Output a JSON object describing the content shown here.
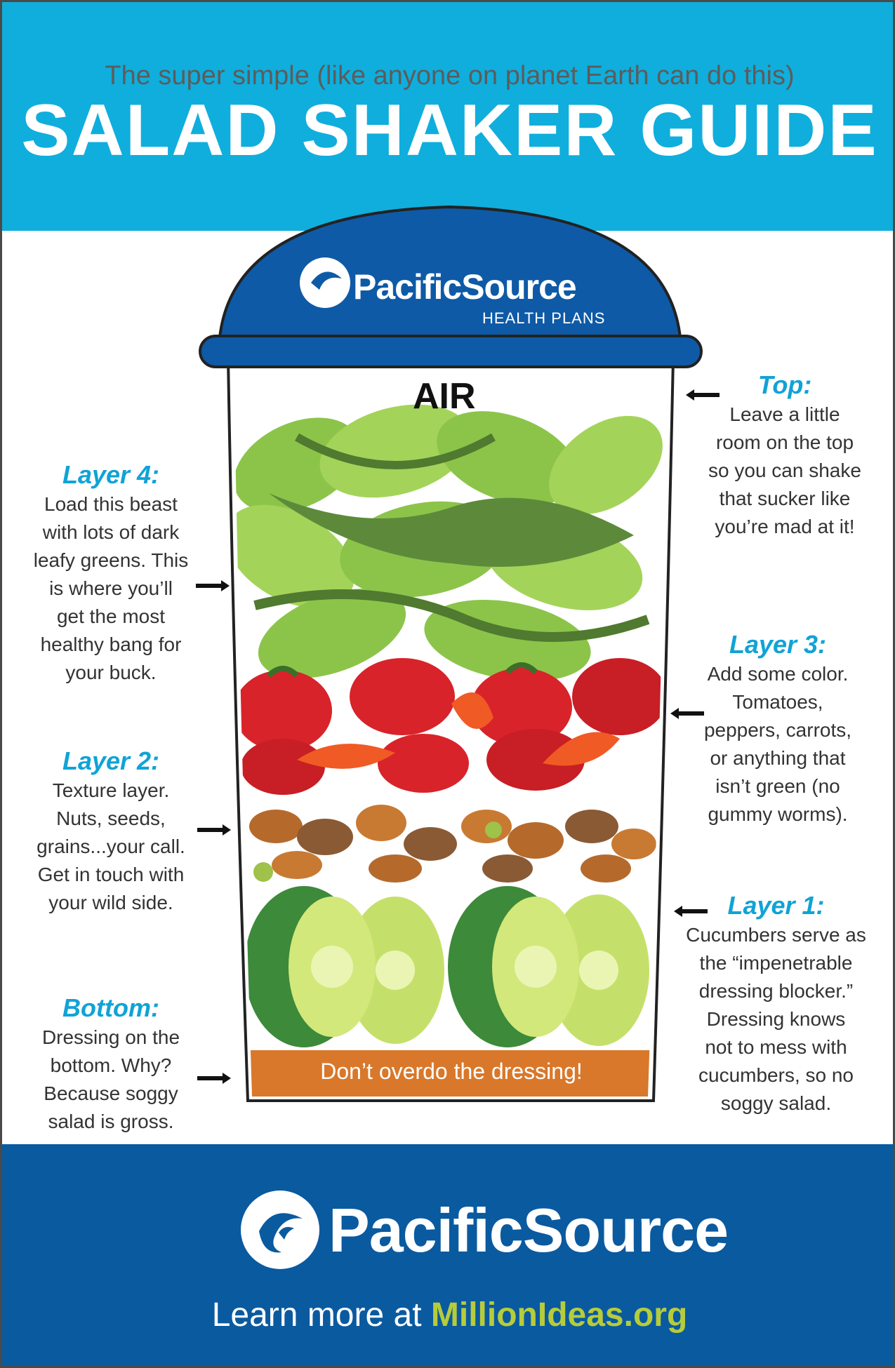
{
  "header": {
    "subtitle": "The super simple (like anyone on planet Earth can do this)",
    "title": "SALAD SHAKER GUIDE"
  },
  "cap": {
    "brand": "PacificSource",
    "sub": "HEALTH PLANS"
  },
  "shaker": {
    "air_label": "AIR",
    "dressing_label": "Don’t overdo the dressing!"
  },
  "notes": {
    "top": {
      "heading": "Top:",
      "lines": [
        "Leave a little",
        "room on the top",
        "so you can shake",
        "that sucker like",
        "you’re mad at it!"
      ]
    },
    "layer4": {
      "heading": "Layer 4:",
      "lines": [
        "Load this beast",
        "with lots of dark",
        "leafy greens. This",
        "is where you’ll",
        "get the most",
        "healthy bang for",
        "your buck."
      ]
    },
    "layer3": {
      "heading": "Layer 3:",
      "lines": [
        "Add some color.",
        "Tomatoes,",
        "peppers, carrots,",
        "or anything that",
        "isn’t green (no",
        "gummy worms)."
      ]
    },
    "layer2": {
      "heading": "Layer 2:",
      "lines": [
        "Texture layer.",
        "Nuts, seeds,",
        "grains...your call.",
        "Get in touch with",
        "your wild side."
      ]
    },
    "layer1": {
      "heading": "Layer 1:",
      "lines": [
        "Cucumbers serve as",
        "the “impenetrable",
        "dressing blocker.”",
        "Dressing knows",
        "not to mess with",
        "cucumbers, so no",
        "soggy salad."
      ]
    },
    "bottom": {
      "heading": "Bottom:",
      "lines": [
        "Dressing on the",
        "bottom. Why?",
        "Because soggy",
        "salad is gross."
      ]
    }
  },
  "footer": {
    "brand": "PacificSource",
    "cta_prefix": "Learn more at ",
    "cta_link": "MillionIdeas.org"
  },
  "colors": {
    "header_bg": "#10aedc",
    "footer_bg": "#0a5aa0",
    "cap_blue": "#0e5aa6",
    "heading_blue": "#10a3d6",
    "dressing": "#d9782a",
    "link_green": "#b6cc3a"
  }
}
